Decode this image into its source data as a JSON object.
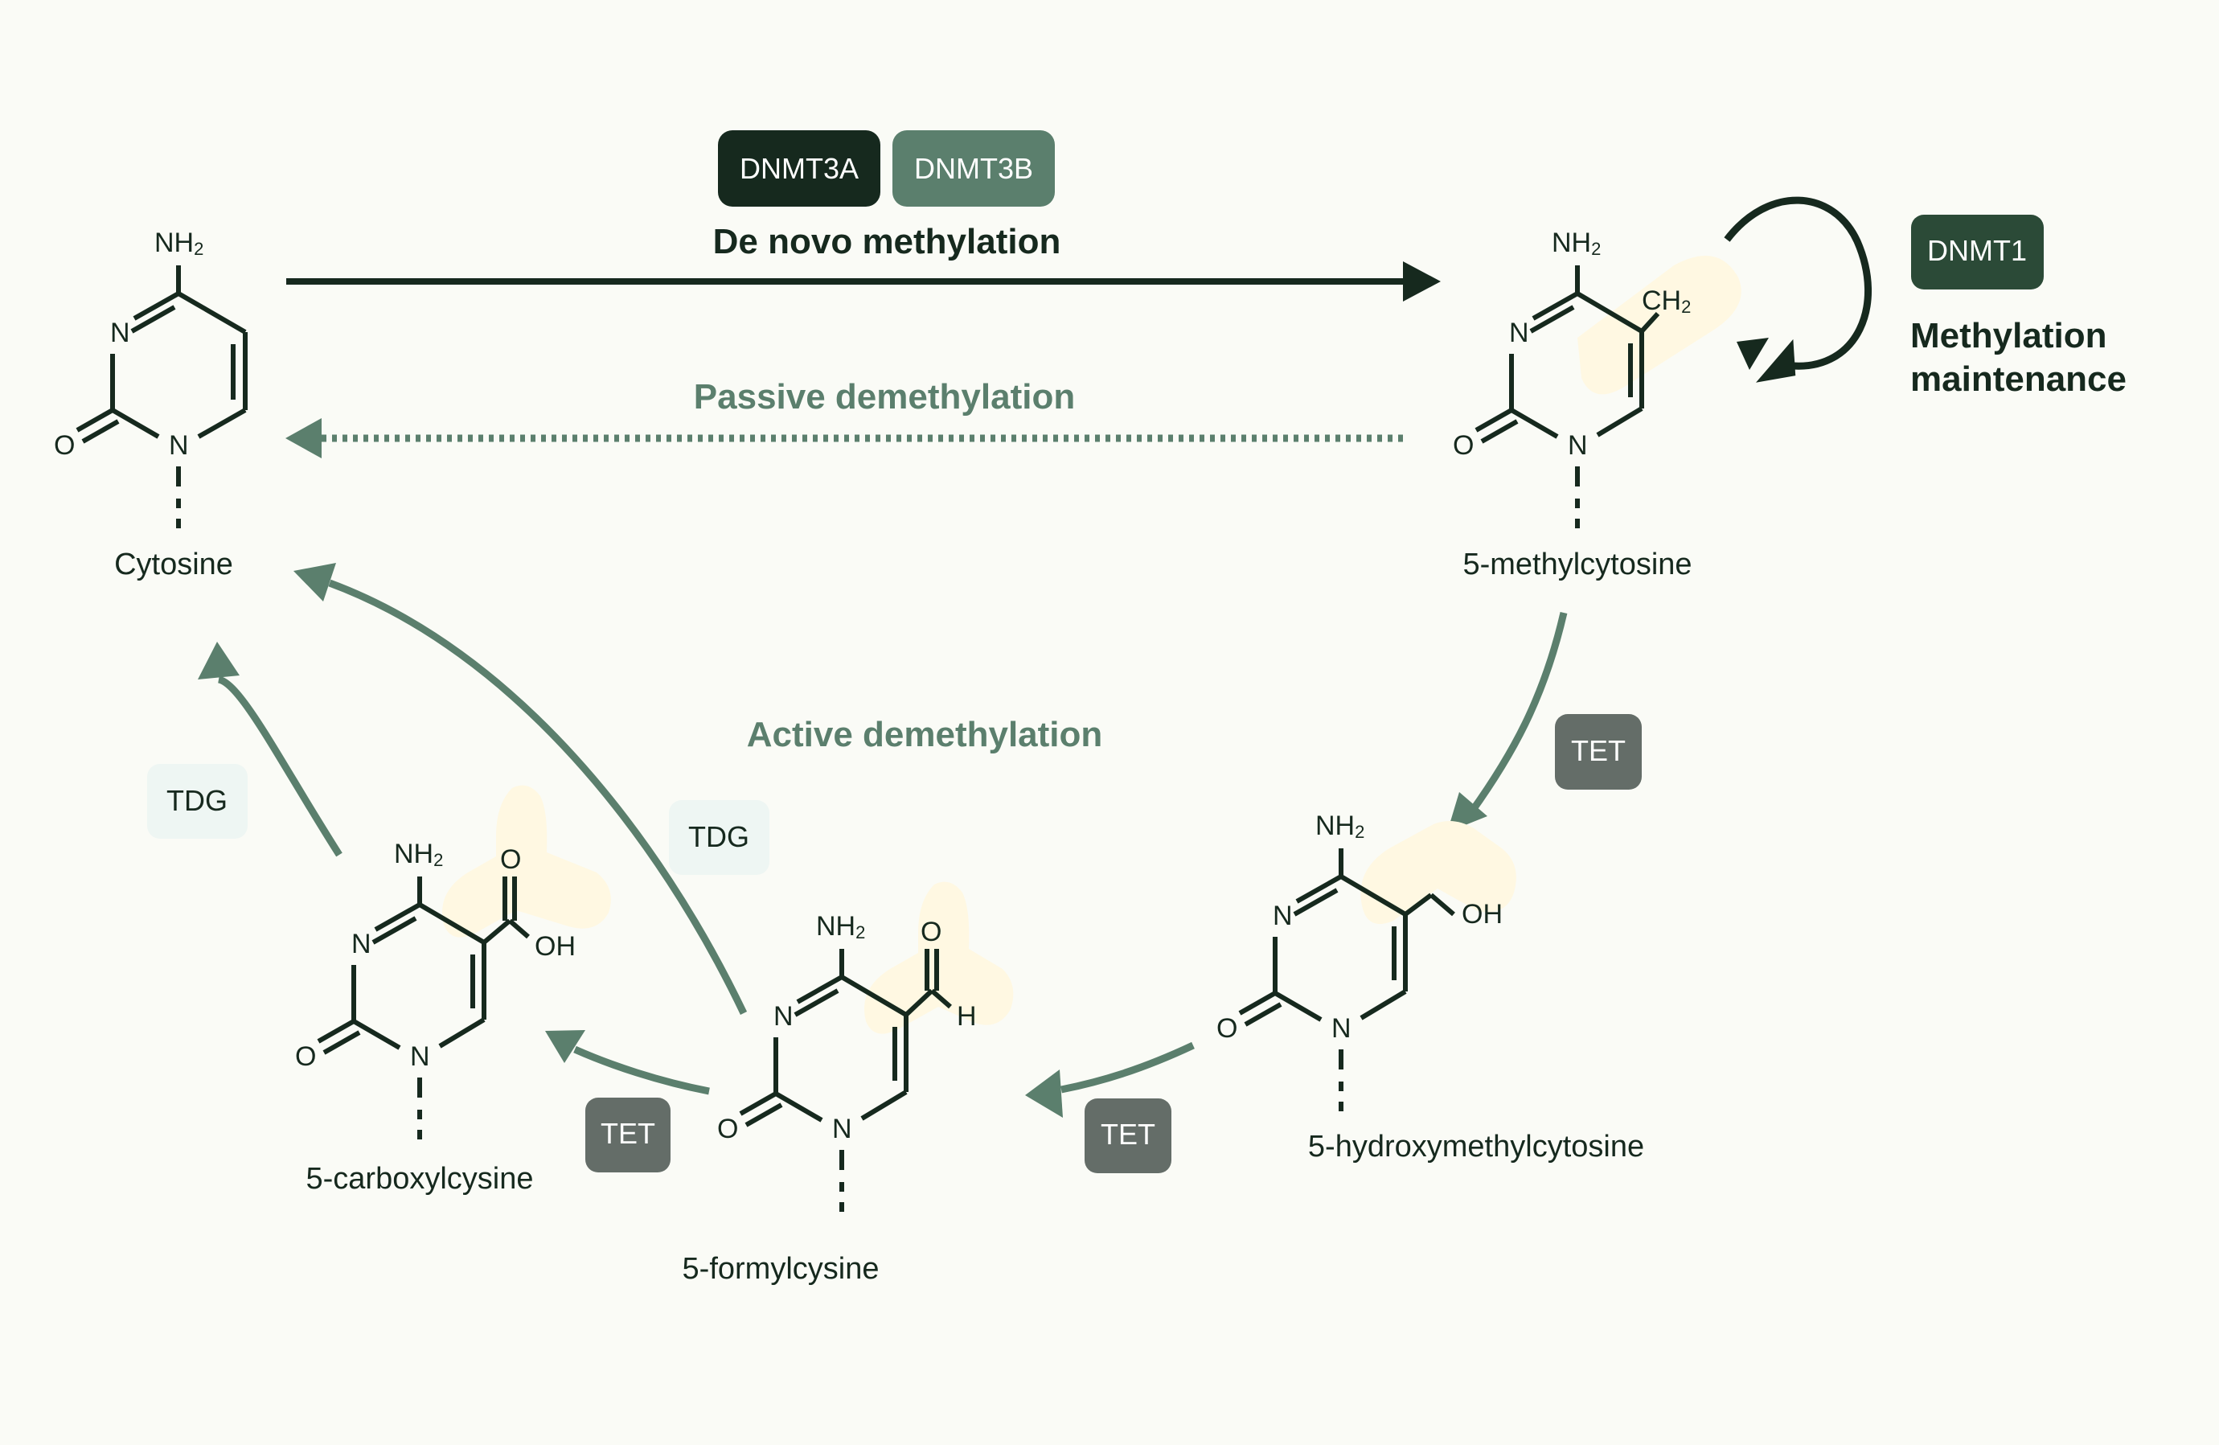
{
  "colors": {
    "background": "#fafbf6",
    "ink": "#16291e",
    "green": "#5b7f6d",
    "dnmt3a": "#16291e",
    "dnmt3b": "#5b7f6d",
    "dnmt1": "#2b4a37",
    "tet": "#646d68",
    "tdg": "#eef6f3",
    "highlight": "#fff8e2"
  },
  "processes": {
    "de_novo": "De novo methylation",
    "passive": "Passive demethylation",
    "active": "Active demethylation",
    "maintenance_line1": "Methylation",
    "maintenance_line2": "maintenance"
  },
  "enzymes": {
    "dnmt3a": "DNMT3A",
    "dnmt3b": "DNMT3B",
    "dnmt1": "DNMT1",
    "tet": "TET",
    "tdg": "TDG"
  },
  "atoms": {
    "nh2": "NH",
    "nh2_sub": "2",
    "n": "N",
    "o": "O",
    "oh": "OH",
    "h": "H",
    "ch": "CH",
    "ch_sub": "2"
  },
  "molecules": [
    {
      "id": "cytosine",
      "name": "Cytosine",
      "substituent": "none"
    },
    {
      "id": "5mc",
      "name": "5-methylcytosine",
      "substituent": "CH2"
    },
    {
      "id": "5hmc",
      "name": "5-hydroxymethylcytosine",
      "substituent": "CH2OH"
    },
    {
      "id": "5fc",
      "name": "5-formylcysine",
      "substituent": "CHO"
    },
    {
      "id": "5cac",
      "name": "5-carboxylcysine",
      "substituent": "COOH"
    }
  ]
}
